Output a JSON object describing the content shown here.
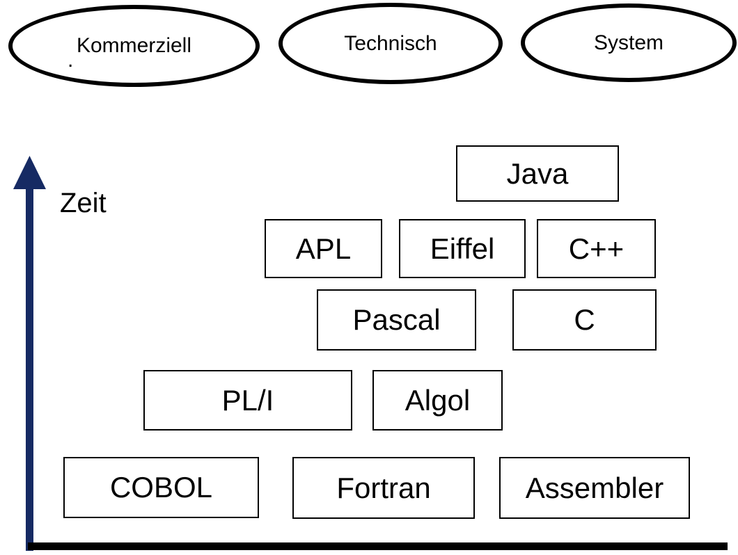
{
  "categories": {
    "kommerziell": {
      "label": "Kommerziell"
    },
    "technisch": {
      "label": "Technisch"
    },
    "system": {
      "label": "System"
    }
  },
  "axis": {
    "label": "Zeit",
    "stray_dot": "."
  },
  "languages": {
    "java": {
      "label": "Java"
    },
    "apl": {
      "label": "APL"
    },
    "eiffel": {
      "label": "Eiffel"
    },
    "cpp": {
      "label": "C++"
    },
    "pascal": {
      "label": "Pascal"
    },
    "c": {
      "label": "C"
    },
    "pli": {
      "label": "PL/I"
    },
    "algol": {
      "label": "Algol"
    },
    "cobol": {
      "label": "COBOL"
    },
    "fortran": {
      "label": "Fortran"
    },
    "assembler": {
      "label": "Assembler"
    }
  },
  "colors": {
    "arrow": "#162a63",
    "outline": "#000000",
    "background": "#ffffff"
  }
}
